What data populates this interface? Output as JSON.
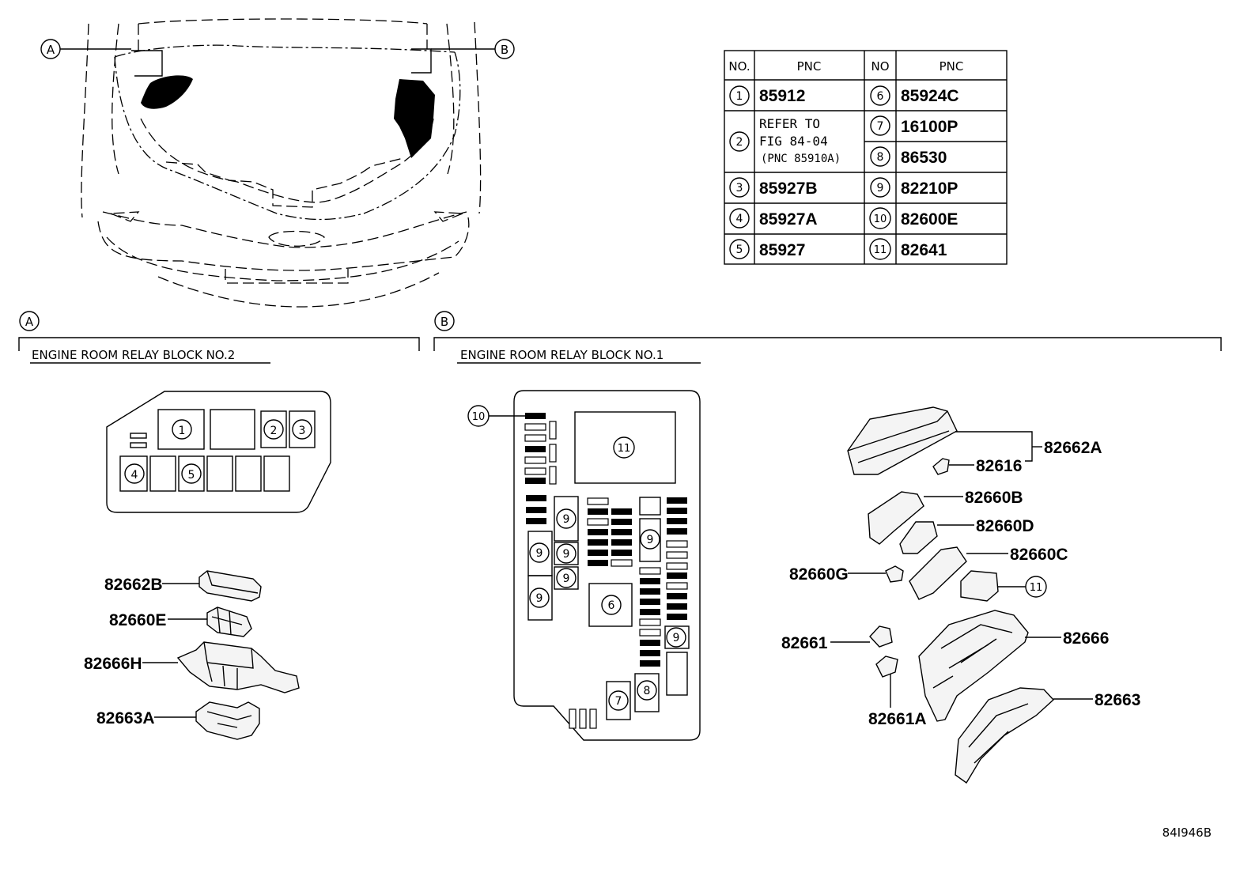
{
  "callouts": {
    "a": "A",
    "b": "B"
  },
  "sections": {
    "a": {
      "title": "ENGINE ROOM RELAY BLOCK NO.2"
    },
    "b": {
      "title": "ENGINE ROOM RELAY BLOCK NO.1"
    }
  },
  "pnc_table": {
    "headers": [
      "NO.",
      "PNC",
      "NO",
      "PNC"
    ],
    "rows": [
      {
        "no": "1",
        "pnc": "85912"
      },
      {
        "no": "2",
        "pnc_lines": [
          "REFER TO",
          "FIG 84-04",
          "(PNC 85910A)"
        ]
      },
      {
        "no": "3",
        "pnc": "85927B"
      },
      {
        "no": "4",
        "pnc": "85927A"
      },
      {
        "no": "5",
        "pnc": "85927"
      },
      {
        "no": "6",
        "pnc": "85924C"
      },
      {
        "no": "7",
        "pnc": "16100P"
      },
      {
        "no": "8",
        "pnc": "86530"
      },
      {
        "no": "9",
        "pnc": "82210P"
      },
      {
        "no": "10",
        "pnc": "82600E"
      },
      {
        "no": "11",
        "pnc": "82641"
      }
    ]
  },
  "block2_positions": [
    "1",
    "2",
    "3",
    "4",
    "5"
  ],
  "block1_positions": [
    "10",
    "11",
    "9",
    "9",
    "9",
    "9",
    "9",
    "9",
    "6",
    "7",
    "8"
  ],
  "parts_a": [
    "82662B",
    "82660E",
    "82666H",
    "82663A"
  ],
  "parts_b": [
    "82662A",
    "82616",
    "82660B",
    "82660D",
    "82660C",
    "82660G",
    "11",
    "82661",
    "82666",
    "82661A",
    "82663"
  ],
  "figure_id": "84I946B",
  "colors": {
    "line": "#000000",
    "background": "#ffffff"
  }
}
